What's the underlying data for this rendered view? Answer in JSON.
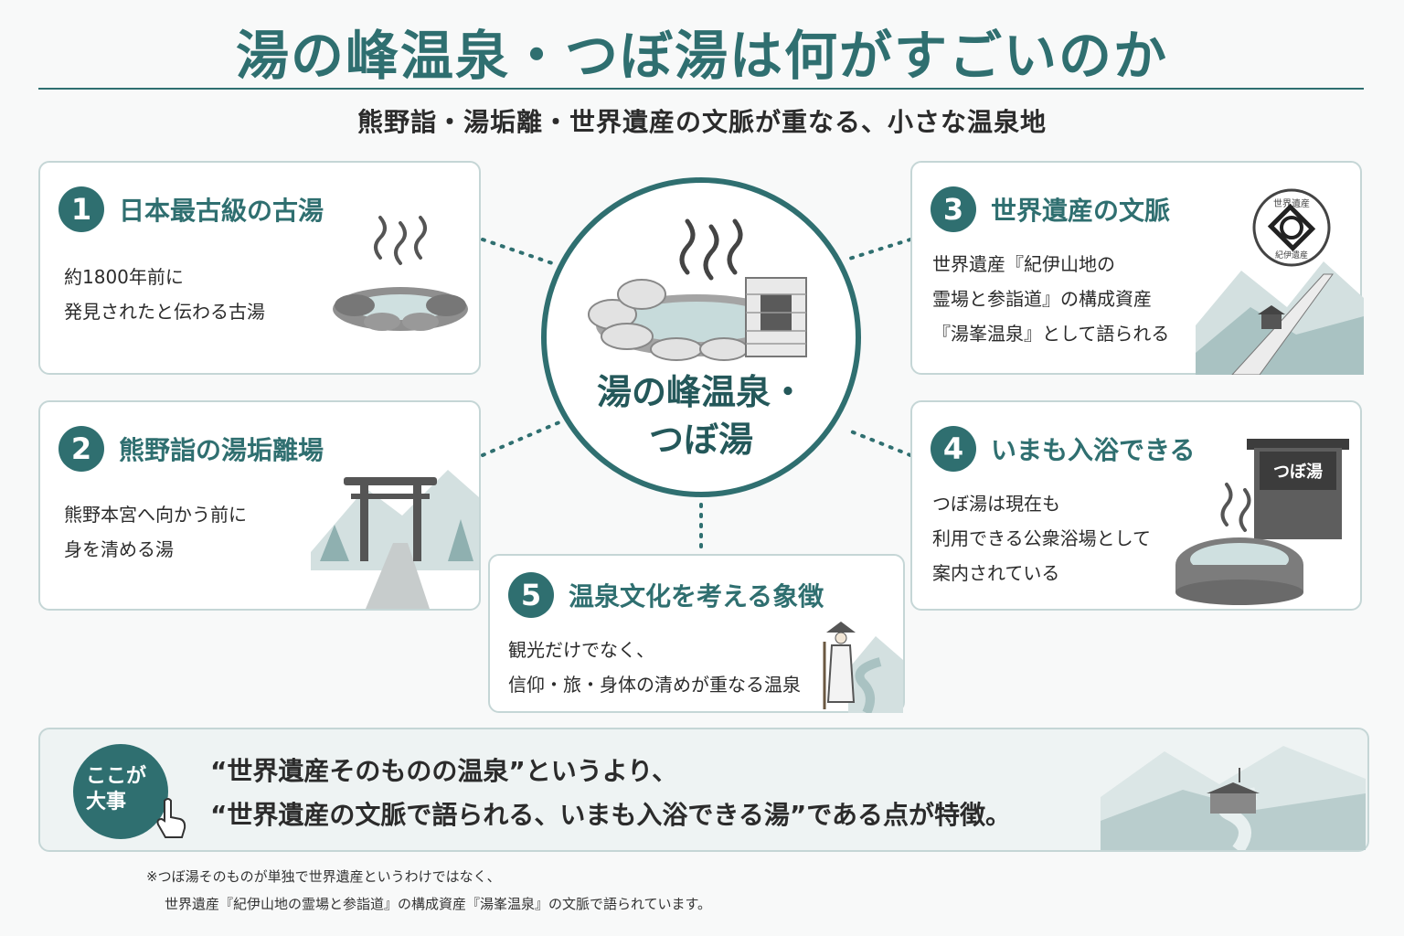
{
  "header": {
    "title": "湯の峰温泉・つぼ湯は何がすごいのか",
    "subtitle": "熊野詣・湯垢離・世界遺産の文脈が重なる、小さな温泉地"
  },
  "hub": {
    "line1": "湯の峰温泉・",
    "line2": "つぼ湯"
  },
  "cards": [
    {
      "num": "1",
      "title": "日本最古級の古湯",
      "lines": [
        "約1800年前に",
        "発見されたと伝わる古湯"
      ]
    },
    {
      "num": "2",
      "title": "熊野詣の湯垢離場",
      "lines": [
        "熊野本宮へ向かう前に",
        "身を清める湯"
      ]
    },
    {
      "num": "3",
      "title": "世界遺産の文脈",
      "lines": [
        "世界遺産『紀伊山地の",
        "霊場と参詣道』の構成資産",
        "『湯峯温泉』として語られる"
      ]
    },
    {
      "num": "4",
      "title": "いまも入浴できる",
      "lines": [
        "つぼ湯は現在も",
        "利用できる公衆浴場として",
        "案内されている"
      ],
      "sign": "つぼ湯"
    },
    {
      "num": "5",
      "title": "温泉文化を考える象徴",
      "lines": [
        "観光だけでなく、",
        "信仰・旅・身体の清めが重なる温泉"
      ]
    }
  ],
  "emblem": {
    "top": "世界遺産",
    "bottom": "紀伊遺産"
  },
  "highlight": {
    "badge_line1": "ここが",
    "badge_line2": "大事",
    "quote_line1": "“世界遺産そのものの温泉”というより、",
    "quote_line2": "“世界遺産の文脈で語られる、いまも入浴できる湯”である点が特徴。"
  },
  "footnote": {
    "line1": "※つぼ湯そのものが単独で世界遺産というわけではなく、",
    "line2": "世界遺産『紀伊山地の霊場と参詣道』の構成資産『湯峯温泉』の文脈で語られています。"
  },
  "colors": {
    "accent": "#2f6f70",
    "border": "#c5d6d6",
    "text": "#2b2b2b",
    "panel": "#eef3f3"
  }
}
